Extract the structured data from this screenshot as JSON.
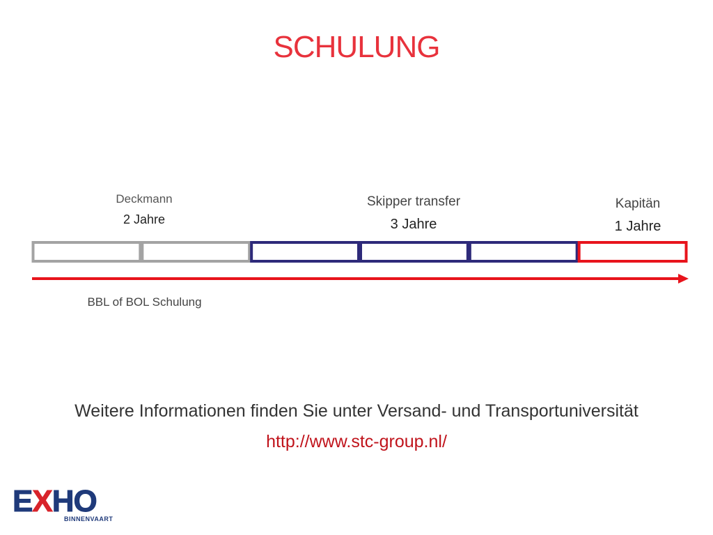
{
  "title": "SCHULUNG",
  "stages": [
    {
      "name": "Deckmann",
      "duration": "2 Jahre",
      "years": 2,
      "color": "#a3a3a3"
    },
    {
      "name": "Skipper transfer",
      "duration": "3 Jahre",
      "years": 3,
      "color": "#2e2a7a"
    },
    {
      "name": "Kapitän",
      "duration": "1 Jahre",
      "years": 1,
      "color": "#e8141c"
    }
  ],
  "arrow": {
    "label": "BBL of BOL Schulung",
    "color": "#e8141c"
  },
  "info": {
    "text": "Weitere Informationen finden Sie unter Versand- und Transportuniversität",
    "link": "http://www.stc-group.nl/",
    "link_color": "#c0141c"
  },
  "logo": {
    "word_left": "E",
    "word_x": "X",
    "word_right": "HO",
    "subtitle": "BINNENVAART",
    "primary_color": "#1f3a7a",
    "accent_color": "#d8232a"
  }
}
